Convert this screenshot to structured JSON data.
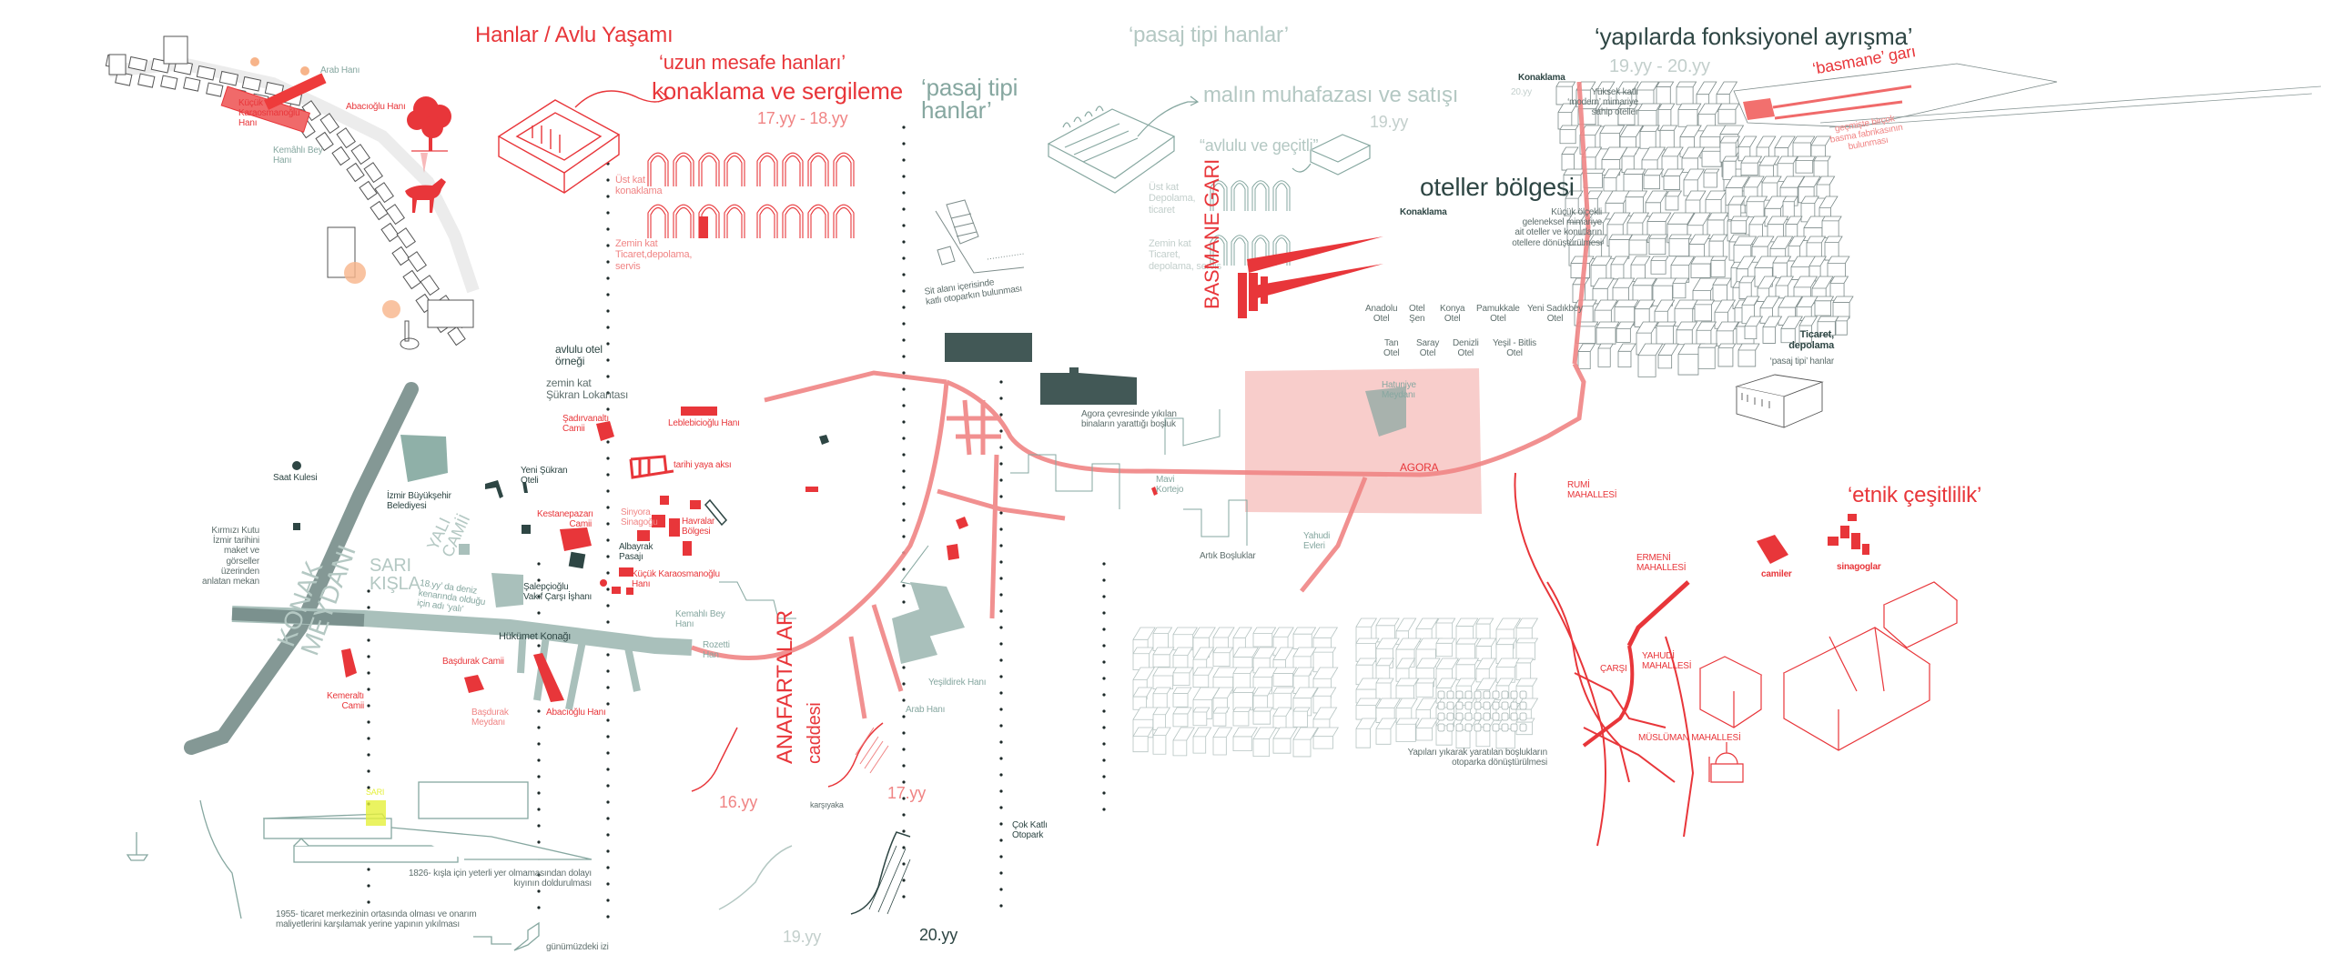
{
  "colors": {
    "red": "#e8363a",
    "salmon": "#f08585",
    "teal": "#86a7a0",
    "dark": "#2e4644",
    "pink": "#f7c4c2",
    "yellow": "#e5f03a"
  },
  "titles": {
    "hanlar": "Hanlar / Avlu Yaşamı",
    "uzun_mesafe": "‘uzun mesafe hanları’",
    "konaklama": "konaklama ve sergileme",
    "konaklama_period": "17.yy - 18.yy",
    "pasaj_small": "‘pasaj tipi\nhanlar’",
    "pasaj_top": "‘pasaj tipi hanlar’",
    "malin": "malın muhafazası ve satışı",
    "malin_period": "19.yy",
    "avlulu": "“avlulu ve geçitli”",
    "yapilarda": "‘yapılarda fonksiyonel ayrışma’",
    "yapilarda_period": "19.yy - 20.yy",
    "oteller": "oteller bölgesi",
    "etnik": "‘etnik çeşitlilik’"
  },
  "sketch_labels": {
    "arab_hani": "Arab Hanı",
    "kucuk_karaosmanoglu": "Küçük\nKaraosmanoğlu\nHanı",
    "abacioglu": "Abacıoğlu Hanı",
    "kemahli": "Kemâhlı Bey\nHanı",
    "ust_kat_konaklama": "Üst kat\nkonaklama",
    "zemin_kat_ticaret": "Zemin kat\nTicaret,depolama,\nservis",
    "ust_kat_depolama": "Üst kat\nDepolama,\nticaret",
    "zemin_kat_depolama": "Zemin kat\nTicaret,\ndepolama, servis",
    "sit_alani": "Sit alanı içerisinde\nkatlı otoparkın bulunması",
    "konaklama_1": "Konaklama",
    "modern_period": "20.yy",
    "modern_oteller": "Yüksek katlı\n‘modern’ mimariye\nsahip oteller",
    "basmane_gari": "‘basmane’ garı",
    "basma_fabrika": "geçmişte birçok\nbasma fabrikasının\nbulunması",
    "konaklama_2": "Konaklama",
    "kucuk_olcekli": "Küçük ölçekli\ngeleneksel mimariye\nait oteller ve konutların\notellere dönüştürülmesi",
    "basmane_vertical": "BASMANE GARI",
    "ticaret_depolama": "Ticaret,\ndepolama",
    "pasaj_tipi_hanlar": "‘pasaj tipi’ hanlar",
    "avlulu_otel": "avlulu otel\nörneği",
    "sukran": "zemin kat\nŞükran Lokantası"
  },
  "hotels": [
    "Anadolu\nOtel",
    "Otel\nŞen",
    "Konya\nOtel",
    "Pamukkale\nOtel",
    "Yeni Sadıkbey\nOtel",
    "Tan\nOtel",
    "Saray\nOtel",
    "Denizli\nOtel",
    "Yeşil - Bitlis\nOtel"
  ],
  "map_labels": {
    "saat_kulesi": "Saat Kulesi",
    "belediye": "İzmir Büyükşehir\nBelediyesi",
    "kirmizi_kutu": "Kırmızı Kutu\nİzmir tarihini\nmaket ve\ngörseller\nüzerinden\nanlatan mekan",
    "konak_meydani": "KONAK\nMEYDANI",
    "sari_kisla": "SARI\nKIŞLA",
    "yali_camii": "YALI\nCAMİİ",
    "yali_note": "18.yy’ da deniz\nkenarında olduğu\niçin adı ‘yalı’",
    "yeni_sukran": "Yeni Şükran\nOteli",
    "hukumet": "Hükümet Konağı",
    "kemeralti_camii": "Kemeraltı\nCamii",
    "basdurak_camii": "Başdurak Camii",
    "basdurak_meydani": "Başdurak\nMeydanı",
    "abacioglu": "Abacıoğlu Hanı",
    "sadirvanalti": "Şadırvanaltı\nCamii",
    "leblebicioglu": "Leblebicioğlu Hanı",
    "tarihi_yaya": "tarihi yaya aksı",
    "kestanepazari": "Kestanepazarı\nCamii",
    "sinyora": "Sinyora\nSinagoğu",
    "havralar": "Havralar\nBölgesi",
    "albayrak": "Albayrak\nPasajı",
    "kucuk_karaosmanoglu": "Küçük Karaosmanoğlu\nHanı",
    "salepcioglu": "Şalepçioğlu\nVakıf Çarşı İşhanı",
    "kemahli": "Kemahlı Bey\nHanı",
    "rozetti": "Rozetti\nHan",
    "anafartalar": "ANAFARTALAR",
    "caddesi": "caddesi",
    "yesildirek": "Yeşildirek Hanı",
    "arab_hani": "Arab Hanı",
    "cok_katli": "Çok Katlı\nOtopark",
    "agora_bosluk": "Agora çevresinde yıkılan\nbinaların yarattığı boşluk",
    "mavi_kortejo": "Mavi\nKortejo",
    "artik_bosluklar": "Artık Boşluklar",
    "yahudi_evleri": "Yahudi\nEvleri",
    "hatuniye": "Hatuniye\nMeydanı",
    "agora": "AGORA",
    "yapilari_yikarak": "Yapıları yıkarak yaratılan boşlukların\notoparka dönüştürülmesi"
  },
  "mahalle": {
    "rumi": "RUMİ\nMAHALLESİ",
    "ermeni": "ERMENİ\nMAHALLESİ",
    "yahudi": "YAHUDİ\nMAHALLESİ",
    "carsi": "ÇARŞI",
    "musluman": "MÜSLÜMAN MAHALLESİ",
    "camiler": "camiler",
    "sinagoglar": "sinagoglar"
  },
  "bottom": {
    "sari": "SARI",
    "note_1826": "1826- kışla için yeterli yer olmamasından dolayı\nkıyının doldurulması",
    "note_1955": "1955- ticaret merkezinin ortasında olması ve onarım\nmaliyetlerini karşılamak yerine yapının yıkılması",
    "gunumuzdeki": "günümüzdeki izi",
    "yy16": "16.yy",
    "yy17": "17.yy",
    "karsiyaka": "karşıyaka",
    "yy19": "19.yy",
    "yy20": "20.yy"
  }
}
